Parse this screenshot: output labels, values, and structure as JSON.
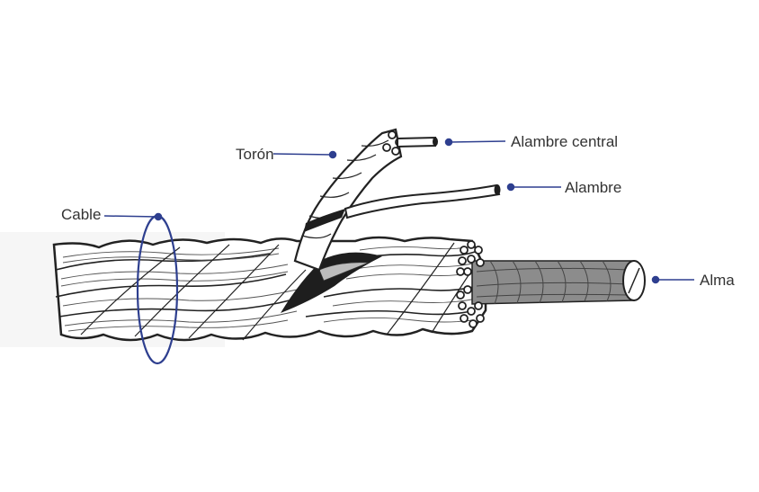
{
  "labels": {
    "toron": "Torón",
    "cable": "Cable",
    "alambre_central": "Alambre central",
    "alambre": "Alambre",
    "alma": "Alma"
  },
  "colors": {
    "leader": "#2e3f8f",
    "outline": "#222222",
    "core_fill": "#8c8c8c",
    "wire_fill": "#ffffff"
  },
  "parts": [
    "cable-ring",
    "strand-toron",
    "wire-alambre",
    "center-wire",
    "core-alma",
    "strand-ends"
  ]
}
